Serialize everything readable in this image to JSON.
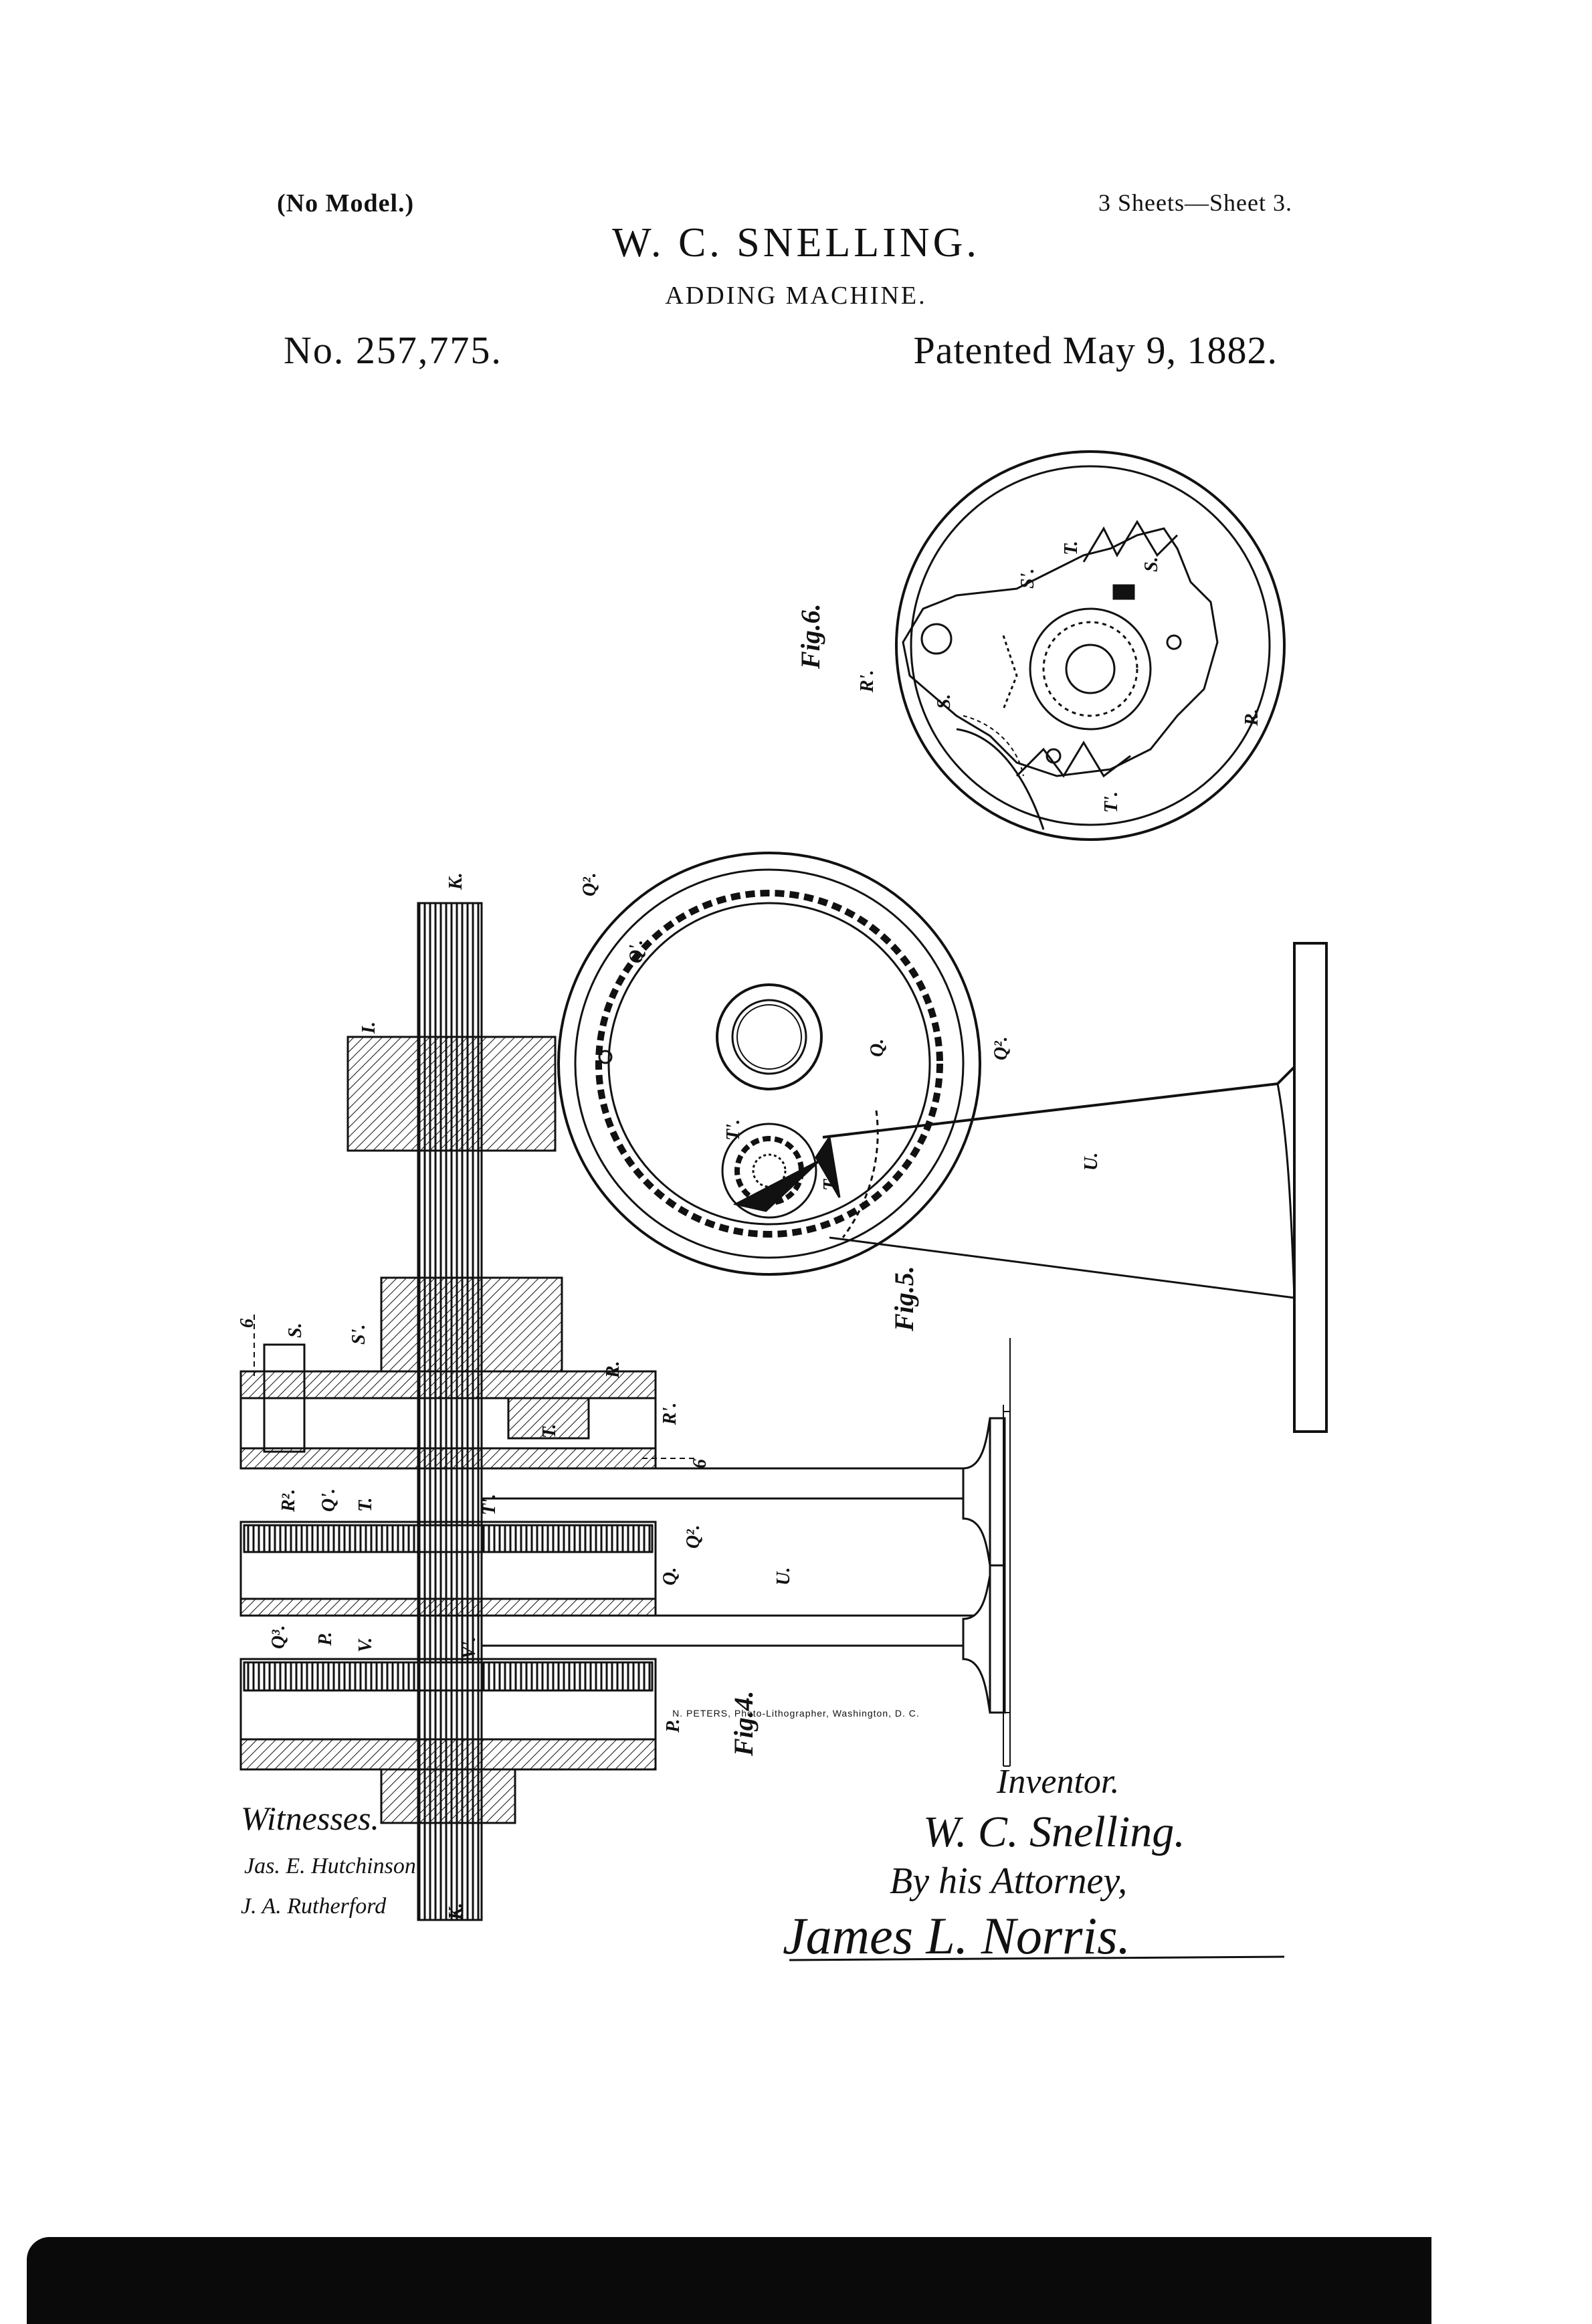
{
  "header": {
    "model_note": "(No Model.)",
    "sheet_info": "3 Sheets—Sheet 3.",
    "inventor": "W. C. SNELLING.",
    "title": "ADDING MACHINE.",
    "patent_number": "No. 257,775.",
    "patent_date": "Patented May 9, 1882."
  },
  "figures": {
    "fig4": "Fig.4.",
    "fig5": "Fig.5.",
    "fig6": "Fig.6."
  },
  "labels": {
    "K": "K.",
    "I": "I.",
    "R": "R.",
    "R1": "R'.",
    "R2": "R².",
    "S": "S.",
    "S1": "S'.",
    "T": "T.",
    "T1": "T'.",
    "Q": "Q.",
    "Q1": "Q'.",
    "Q2": "Q².",
    "Q3": "Q³.",
    "P": "P.",
    "V": "V.",
    "V1": "V'.",
    "U": "U.",
    "six": "6"
  },
  "signatures": {
    "witnesses_heading": "Witnesses.",
    "witness_1": "Jas. E. Hutchinson",
    "witness_2": "J. A. Rutherford",
    "inventor_heading": "Inventor.",
    "inventor_signature": "W. C. Snelling.",
    "by_attorney": "By his Attorney,",
    "attorney_signature": "James L. Norris."
  },
  "imprint": "N. PETERS, Photo-Lithographer, Washington, D. C.",
  "colors": {
    "ink": "#111111",
    "paper": "#ffffff"
  }
}
